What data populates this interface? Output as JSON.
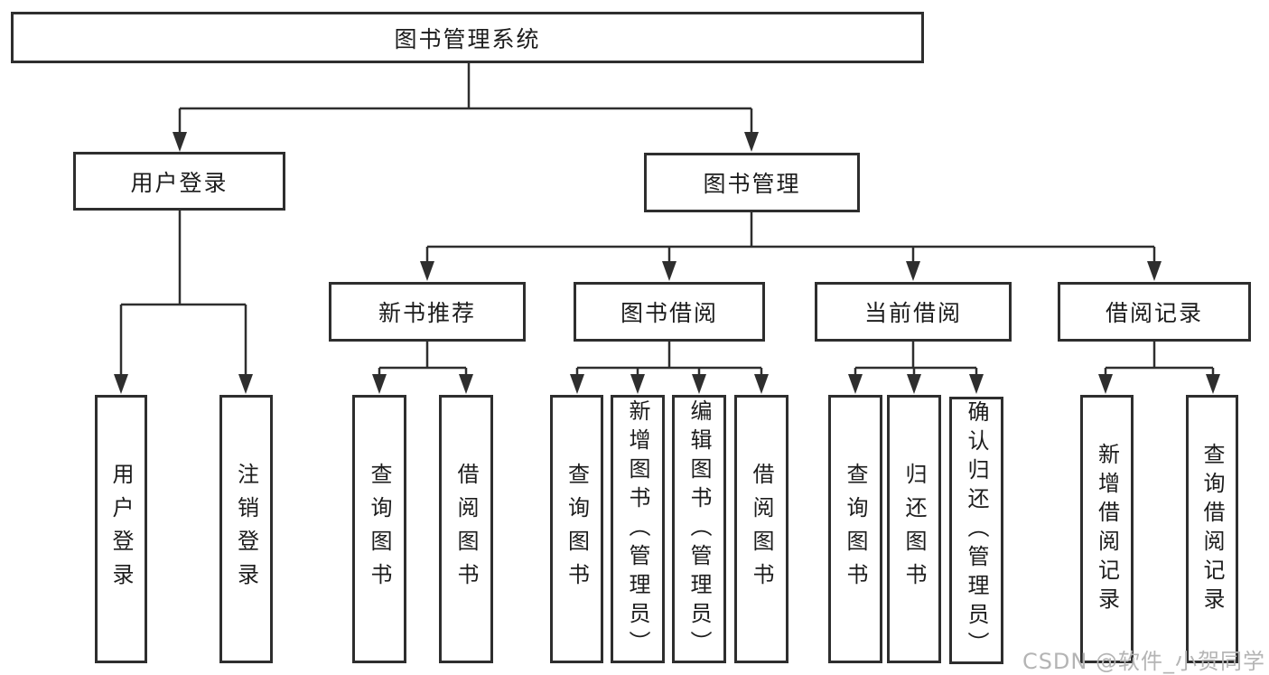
{
  "diagram": {
    "title": "图书管理系统",
    "branches": [
      {
        "label": "用户登录",
        "children": [
          {
            "label": "用户登录"
          },
          {
            "label": "注销登录"
          }
        ]
      },
      {
        "label": "图书管理",
        "children": [
          {
            "label": "新书推荐",
            "children": [
              {
                "label": "查询图书"
              },
              {
                "label": "借阅图书"
              }
            ]
          },
          {
            "label": "图书借阅",
            "children": [
              {
                "label": "查询图书"
              },
              {
                "label": "新增图书（管理员）"
              },
              {
                "label": "编辑图书（管理员）"
              },
              {
                "label": "借阅图书"
              }
            ]
          },
          {
            "label": "当前借阅",
            "children": [
              {
                "label": "查询图书"
              },
              {
                "label": "归还图书"
              },
              {
                "label": "确认归还（管理员）"
              }
            ]
          },
          {
            "label": "借阅记录",
            "children": [
              {
                "label": "新增借阅记录"
              },
              {
                "label": "查询借阅记录"
              }
            ]
          }
        ]
      }
    ]
  },
  "watermark": {
    "text": "CSDN @软件_小贺同学"
  },
  "colors": {
    "line": "#2e2e2e",
    "box_background": "#ffffff",
    "text": "#1c1c1c",
    "watermark": "#b4b4b4",
    "page_background": "#ffffff"
  }
}
